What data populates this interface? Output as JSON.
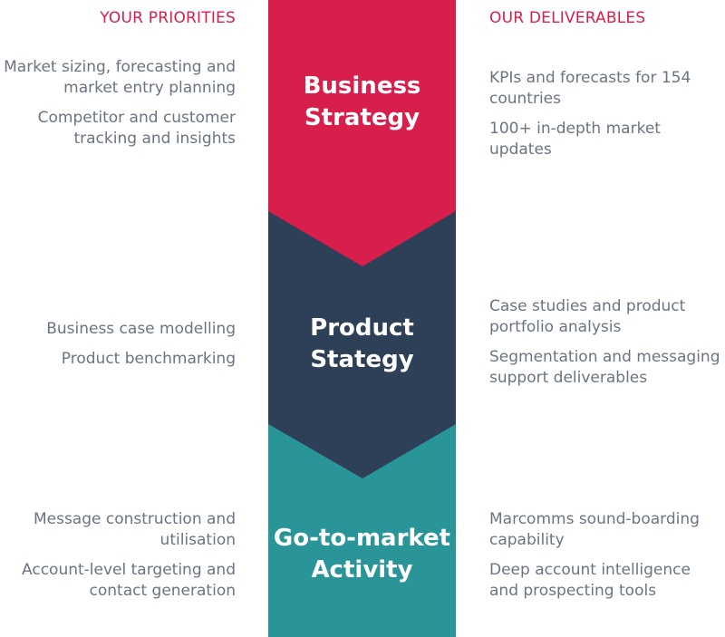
{
  "headings": {
    "left": "YOUR PRIORITIES",
    "right": "OUR DELIVERABLES"
  },
  "colors": {
    "business": "#d81e4b",
    "product": "#2e3f58",
    "gtm": "#2a9599",
    "text": "#6b7480",
    "heading": "#d81e4b"
  },
  "stages": [
    {
      "title": "Business\nStrategy",
      "priorities": [
        "Market sizing, forecasting and market entry planning",
        "Competitor and customer tracking and insights"
      ],
      "deliverables": [
        "KPIs and forecasts for 154 countries",
        "100+ in-depth market updates"
      ]
    },
    {
      "title": "Product\nStategy",
      "priorities": [
        "Business case modelling",
        "Product benchmarking"
      ],
      "deliverables": [
        "Case studies and product portfolio analysis",
        "Segmentation and messaging support deliverables"
      ]
    },
    {
      "title": "Go-to-market\nActivity",
      "priorities": [
        "Message construction and utilisation",
        "Account-level targeting and contact generation"
      ],
      "deliverables": [
        "Marcomms sound-boarding capability",
        "Deep account intelligence and prospecting tools"
      ]
    }
  ]
}
